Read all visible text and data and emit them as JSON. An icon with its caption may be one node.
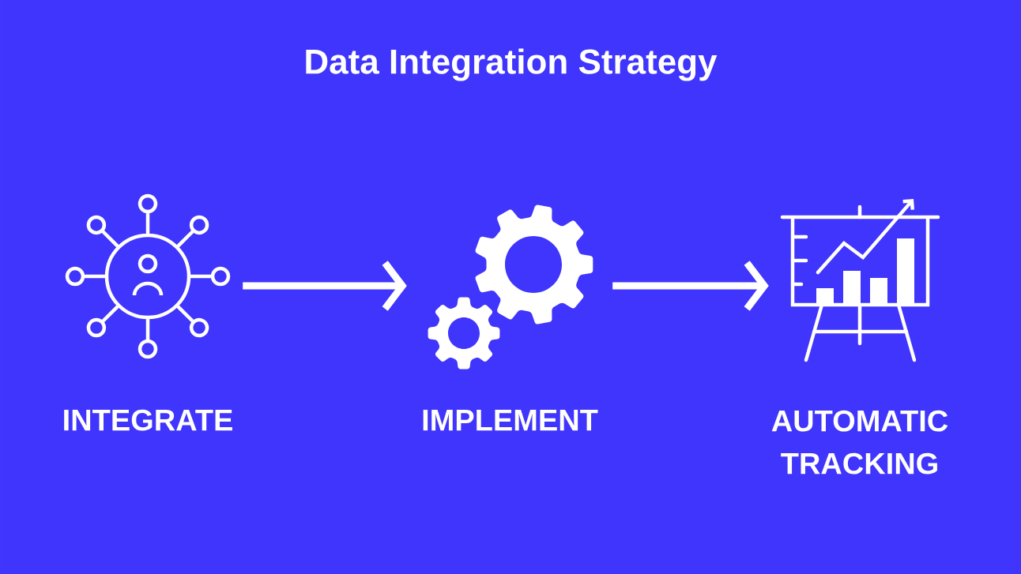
{
  "diagram": {
    "title": "Data Integration Strategy",
    "nodes": [
      {
        "text": [
          "INTEGRATE"
        ]
      },
      {
        "text": [
          "IMPLEMENT"
        ]
      },
      {
        "text": [
          "AUTOMATIC TRACKING"
        ]
      }
    ],
    "edges": [
      {
        "from": 0,
        "to": 1,
        "arrow": "to"
      },
      {
        "from": 1,
        "to": 2,
        "arrow": "to"
      }
    ]
  }
}
